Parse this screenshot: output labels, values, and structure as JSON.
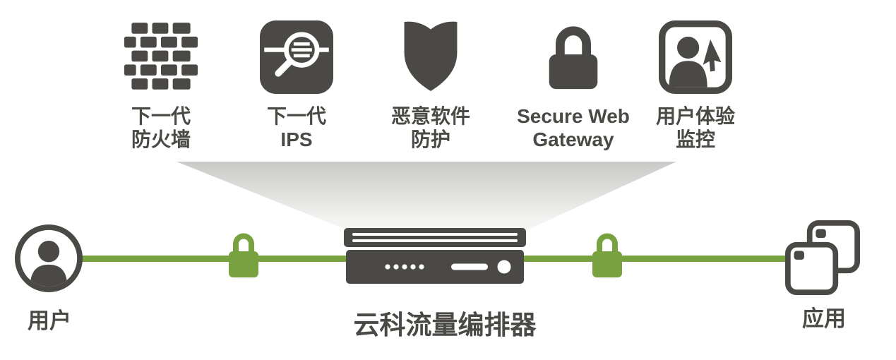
{
  "colors": {
    "dark": "#4a4945",
    "green": "#78a23f",
    "funnel_top": "#c9c9c7",
    "funnel_bottom": "#f4f4f3"
  },
  "services": [
    {
      "id": "next-gen-firewall",
      "icon": "firewall-icon",
      "label_lines": [
        "下一代",
        "防火墙"
      ]
    },
    {
      "id": "next-gen-ips",
      "icon": "ips-scan-icon",
      "label_lines": [
        "下一代",
        "IPS"
      ]
    },
    {
      "id": "malware-protection",
      "icon": "shield-icon",
      "label_lines": [
        "恶意软件",
        "防护"
      ]
    },
    {
      "id": "secure-web-gateway",
      "icon": "padlock-icon",
      "label_lines": [
        "Secure Web",
        "Gateway"
      ]
    },
    {
      "id": "user-experience-monitoring",
      "icon": "user-cursor-icon",
      "label_lines": [
        "用户体验",
        "监控"
      ]
    }
  ],
  "flow": {
    "user_label": "用户",
    "orchestrator_label": "云科流量编排器",
    "apps_label": "应用"
  }
}
